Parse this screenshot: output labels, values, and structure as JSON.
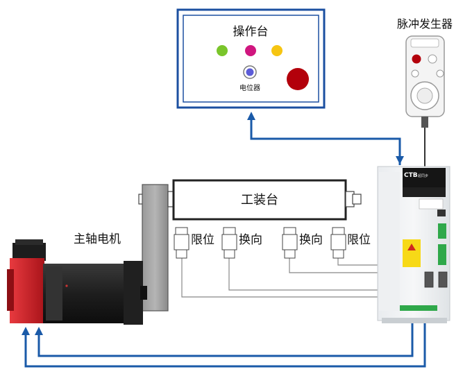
{
  "console": {
    "title": "操作台",
    "potentiometer_label": "电位器",
    "indicator_colors": [
      "#7ac52b",
      "#d0167f",
      "#f6c512"
    ],
    "potentiometer_color": "#5c5cd8",
    "stop_button_color": "#b3000b"
  },
  "pulse_generator": {
    "label": "脉冲发生器"
  },
  "workbench": {
    "label": "工装台"
  },
  "spindle_motor": {
    "label": "主轴电机"
  },
  "sensors": [
    {
      "label": "限位"
    },
    {
      "label": "换向"
    },
    {
      "label": "换向"
    },
    {
      "label": "限位"
    }
  ],
  "drive": {
    "brand": "CTB",
    "brand_sub": "超同步"
  },
  "colors": {
    "arrow_blue": "#1a5aa8",
    "frame_blue": "#1b4fa0",
    "motor_red": "#d8232a"
  }
}
